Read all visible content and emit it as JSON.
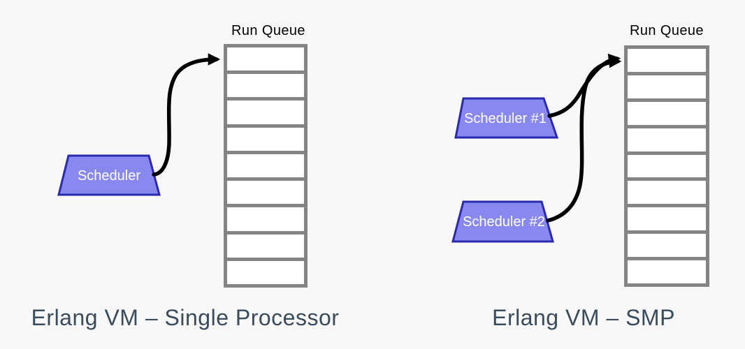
{
  "colors": {
    "canvas-bg": "#f8f8f8",
    "queue-border": "#848484",
    "queue-cell": "#ffffff",
    "scheduler-fill": "#8888ee",
    "scheduler-border": "#2a2aae",
    "scheduler-text": "#ffffff",
    "arrow": "#000000",
    "run-queue-label": "#000000",
    "caption": "#3a4b5c"
  },
  "left_diagram": {
    "run_queue_label": "Run Queue",
    "queue_cell_count": 9,
    "schedulers": [
      {
        "label": "Scheduler"
      }
    ],
    "caption": "Erlang VM – Single Processor"
  },
  "right_diagram": {
    "run_queue_label": "Run Queue",
    "queue_cell_count": 9,
    "schedulers": [
      {
        "label": "Scheduler #1"
      },
      {
        "label": "Scheduler #2"
      }
    ],
    "caption": "Erlang VM – SMP"
  }
}
